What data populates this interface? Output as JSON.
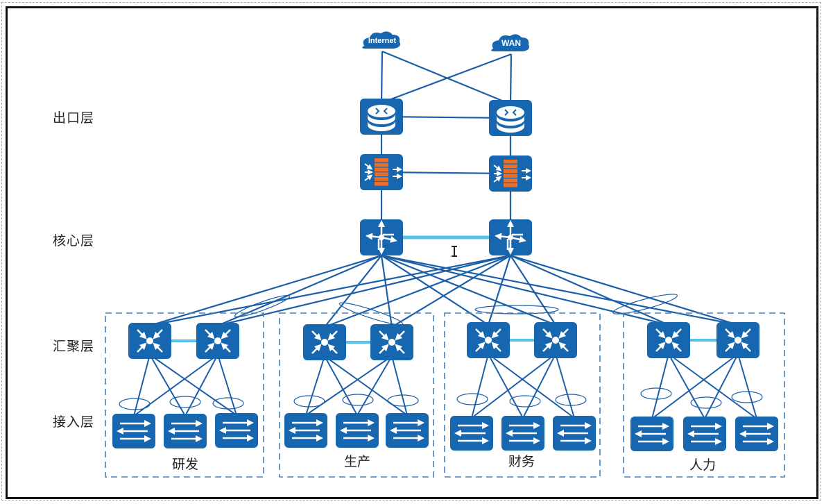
{
  "layers": [
    {
      "id": "egress",
      "label": "出口层"
    },
    {
      "id": "core",
      "label": "核心层"
    },
    {
      "id": "aggregation",
      "label": "汇聚层"
    },
    {
      "id": "access",
      "label": "接入层"
    }
  ],
  "clouds": [
    {
      "id": "internet",
      "label": "Internet"
    },
    {
      "id": "wan",
      "label": "WAN"
    }
  ],
  "departments": [
    {
      "id": "rd",
      "label": "研发"
    },
    {
      "id": "production",
      "label": "生产"
    },
    {
      "id": "finance",
      "label": "财务"
    },
    {
      "id": "hr",
      "label": "人力"
    }
  ],
  "devices": {
    "egress_routers": 2,
    "firewalls": 2,
    "core_switches": 2,
    "aggregation_switches_per_department": 2,
    "access_switches_per_department": 3
  },
  "colors": {
    "device": "#1766b0",
    "link": "#1a5fa8",
    "stack_link": "#55c0e8",
    "firewall_brick": "#e8702a",
    "group_border": "#4a7fb5",
    "text": "#222222"
  }
}
